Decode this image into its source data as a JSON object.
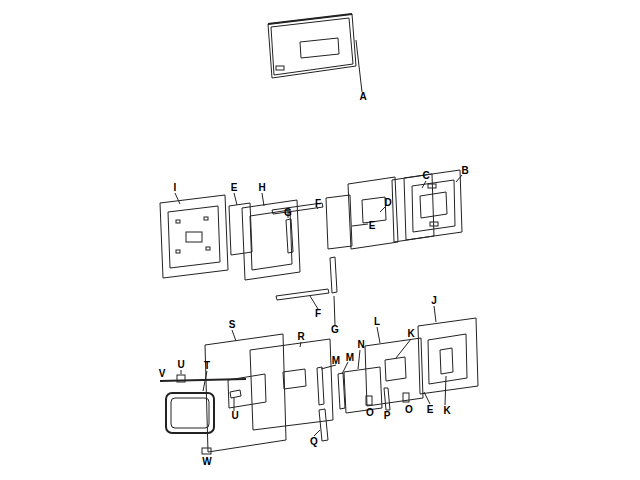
{
  "diagram": {
    "labels": [
      "A",
      "I",
      "E",
      "H",
      "F",
      "G",
      "E",
      "D",
      "C",
      "B",
      "F",
      "G",
      "J",
      "L",
      "S",
      "K",
      "R",
      "N",
      "M",
      "M",
      "T",
      "U",
      "V",
      "O",
      "P",
      "O",
      "E",
      "K",
      "U",
      "Q",
      "W"
    ]
  }
}
